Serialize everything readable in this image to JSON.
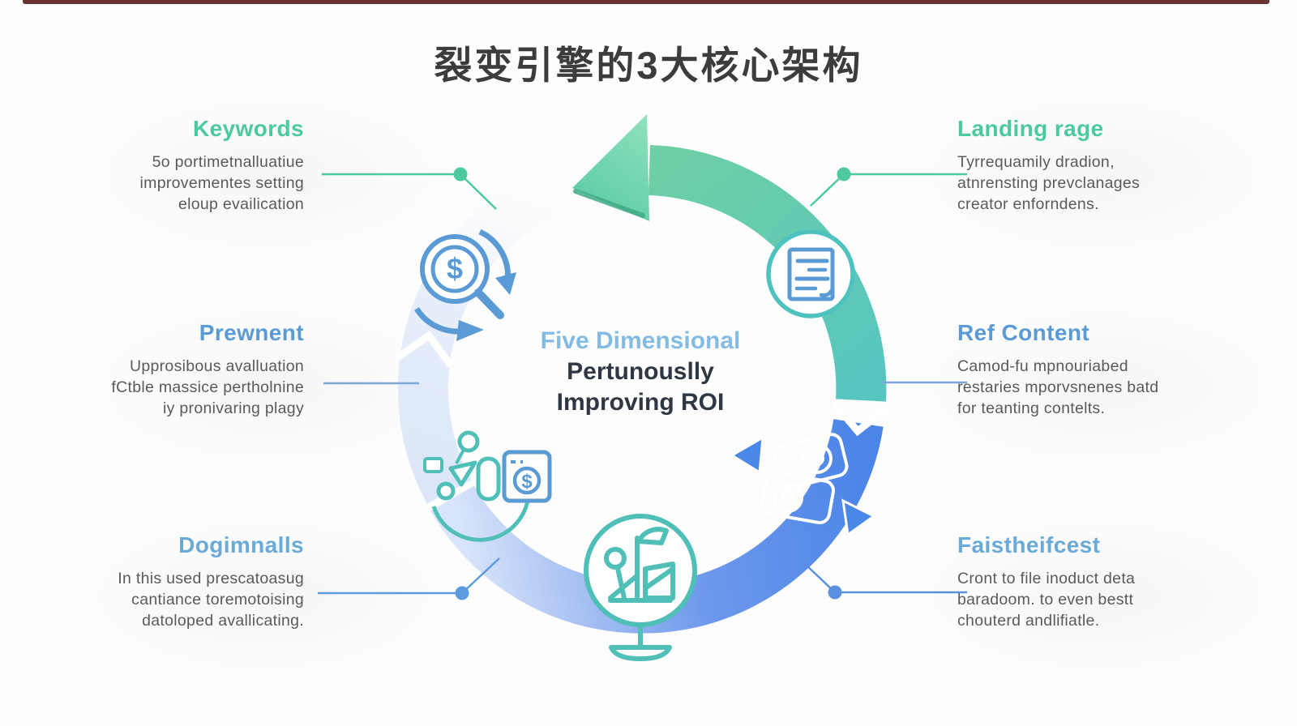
{
  "title": "裂变引擎的3大核心架构",
  "center_label": {
    "line1": "Five Dimensional",
    "line2": "Pertunouslly",
    "line3": "Improving ROI"
  },
  "sections": {
    "keywords": {
      "title": "Keywords",
      "lines": [
        "5o portimetnalluatiue",
        "improvementes setting",
        "eloup evailication"
      ]
    },
    "prewnent": {
      "title": "Prewnent",
      "lines": [
        "Upprosibous avalluation",
        "fCtble massice pertholnine",
        "iy pronivaring plagy"
      ]
    },
    "dogimnalls": {
      "title": "Dogimnalls",
      "lines": [
        "In this used prescatoasug",
        "cantiance toremotoising",
        "datoloped avallicating."
      ]
    },
    "landing_page": {
      "title": "Landing rage",
      "lines": [
        "Tyrrequamily dradion,",
        "atnrensting prevclanages",
        "creator enforndens."
      ]
    },
    "ref_content": {
      "title": "Ref Content",
      "lines": [
        "Camod-fu mpnouriabed",
        "restaries mporvsnenes batd",
        "for teanting contelts."
      ]
    },
    "faistheifcest": {
      "title": "Faistheifcest",
      "lines": [
        "Cront to file inoduct deta",
        "baradoom. to even bestt",
        "chouterd andlifiatle."
      ]
    }
  },
  "icons": {
    "dollar_glyph": "$",
    "names": [
      "search-dollar-icon",
      "document-icon",
      "sync-arrows-icon",
      "boat-icon",
      "share-monetize-icon",
      "cycle-arrowhead"
    ]
  },
  "colors": {
    "green_accent": "#4cc9a1",
    "blue_accent": "#5b9bd5",
    "light_blue_accent": "#69aad9",
    "ring_green": "#6ecfa4",
    "ring_teal": "#57c6c1",
    "ring_blue": "#4c85e8",
    "ring_light": "#dbe6f8",
    "icon_teal": "#4fbfb8",
    "title_dark": "#3c3c3c",
    "body_gray": "#5a5a5a",
    "center_dark": "#2e3742",
    "center_light_blue": "#84bbe2",
    "top_bar_maroon": "#6b3434"
  }
}
